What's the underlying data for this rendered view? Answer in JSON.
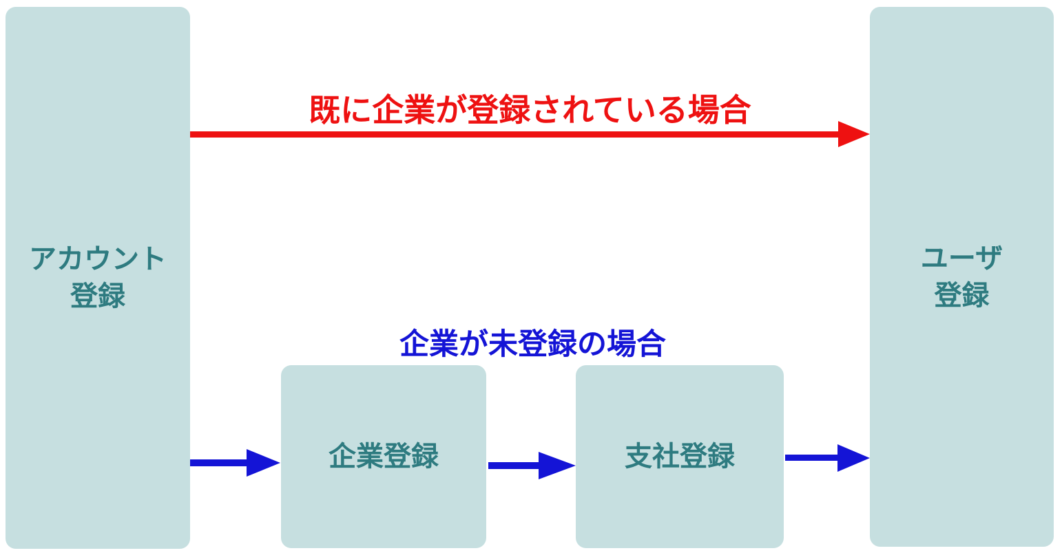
{
  "diagram": {
    "type": "flowchart",
    "nodes": {
      "account": {
        "full": "アカウント登録",
        "line1": "アカウント",
        "line2": "登録"
      },
      "company": {
        "label": "企業登録"
      },
      "branch": {
        "label": "支社登録"
      },
      "user": {
        "full": "ユーザ登録",
        "line1": "ユーザ",
        "line2": "登録"
      }
    },
    "edges": {
      "registered": {
        "label": "既に企業が登録されている場合",
        "color": "#ee1111",
        "from": "アカウント登録",
        "to": "ユーザ登録"
      },
      "unregistered": {
        "label": "企業が未登録の場合",
        "color": "#1414d6",
        "from": "アカウント登録",
        "via": [
          "企業登録",
          "支社登録"
        ],
        "to": "ユーザ登録"
      }
    },
    "colors": {
      "node_fill": "#c6dfe0",
      "node_text": "#2e7b80",
      "red_arrow": "#ee1111",
      "blue_arrow": "#1414d6",
      "background": "#ffffff"
    }
  }
}
